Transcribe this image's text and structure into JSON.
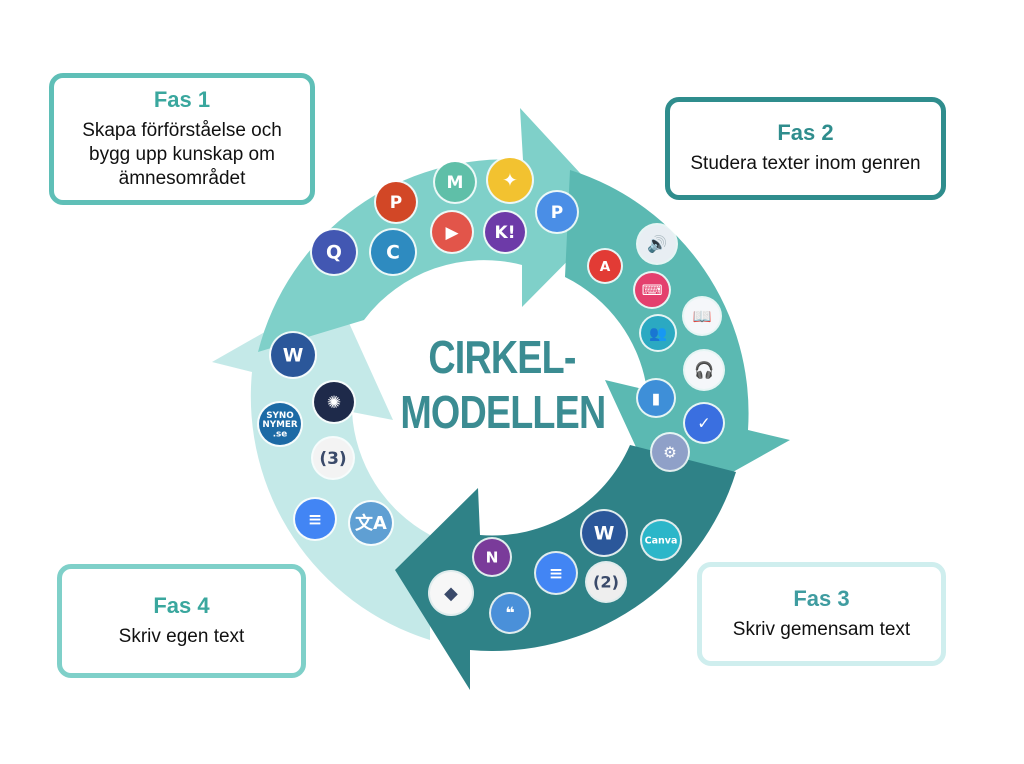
{
  "phases": [
    {
      "title": "Fas 1",
      "text": "Skapa förförståelse och\nbygg upp kunskap om\nämnesområdet"
    },
    {
      "title": "Fas 2",
      "text": "Studera texter inom genren"
    },
    {
      "title": "Fas 3",
      "text": "Skriv gemensam text"
    },
    {
      "title": "Fas 4",
      "text": "Skriv egen text"
    }
  ],
  "center": {
    "line1": "CIRKEL-",
    "line2": "MODELLEN"
  },
  "colors": {
    "arrow_phase1": "#7fd0c9",
    "arrow_phase2": "#5bb9b2",
    "arrow_phase3": "#2f8287",
    "arrow_phase4": "#c4e9e8",
    "center_text": "#3b8c92"
  },
  "app_icons": {
    "phase1": [
      {
        "name": "quizlet-icon",
        "letter": "Q",
        "color": "#4257b2"
      },
      {
        "name": "powerpoint-icon",
        "letter": "P",
        "color": "#d24726"
      },
      {
        "name": "ctrlc-icon",
        "letter": "C",
        "color": "#2e8bc0"
      },
      {
        "name": "mindmeister-icon",
        "letter": "M",
        "color": "#5fbfa8"
      },
      {
        "name": "play-video-icon",
        "letter": "▶",
        "color": "#e2554a"
      },
      {
        "name": "puzzle-icon",
        "letter": "✦",
        "color": "#f2c230"
      },
      {
        "name": "kahoot-icon",
        "letter": "K!",
        "color": "#6d3aa8"
      },
      {
        "name": "padlet-icon",
        "letter": "P",
        "color": "#4a8ee6"
      }
    ],
    "phase2": [
      {
        "name": "speaker-icon",
        "letter": "🔊",
        "color": "#e8eef3"
      },
      {
        "name": "acrobat-icon",
        "letter": "A",
        "color": "#e23b35"
      },
      {
        "name": "keyboard-icon",
        "letter": "⌨",
        "color": "#e4406e"
      },
      {
        "name": "read-aloud-book-icon",
        "letter": "📖",
        "color": "#f5f7fa"
      },
      {
        "name": "sharing-people-icon",
        "letter": "👥",
        "color": "#2ba9c2"
      },
      {
        "name": "audiobook-icon",
        "letter": "🎧",
        "color": "#f5f7fa"
      },
      {
        "name": "chart-icon",
        "letter": "▮",
        "color": "#3e8fd8"
      },
      {
        "name": "checkbox-icon",
        "letter": "✓",
        "color": "#3a6fe0"
      },
      {
        "name": "gear-cluster-icon",
        "letter": "⚙",
        "color": "#8fa0c8"
      }
    ],
    "phase3": [
      {
        "name": "word-icon",
        "letter": "W",
        "color": "#2b579a"
      },
      {
        "name": "canva-icon",
        "letter": "Canva",
        "color": "#2bb6c9"
      },
      {
        "name": "onenote-icon",
        "letter": "N",
        "color": "#7a3b9a"
      },
      {
        "name": "google-docs-icon",
        "letter": "≡",
        "color": "#4285f4"
      },
      {
        "name": "spelling-speaker-icon",
        "letter": "(2)",
        "color": "#eeeeee"
      },
      {
        "name": "origami-bird-icon",
        "letter": "◆",
        "color": "#f7f7f7"
      },
      {
        "name": "quote-notes-icon",
        "letter": "❝",
        "color": "#4a90d9"
      }
    ],
    "phase4": [
      {
        "name": "word-icon",
        "letter": "W",
        "color": "#2b579a"
      },
      {
        "name": "academy-seal-icon",
        "letter": "✺",
        "color": "#1e2a4a"
      },
      {
        "name": "synonymer-icon",
        "letter": "SYNO\nNYMER\n.se",
        "color": "#1c6aa5"
      },
      {
        "name": "spelling-speaker-icon",
        "letter": "(3)",
        "color": "#f3f3f3"
      },
      {
        "name": "google-docs-icon",
        "letter": "≡",
        "color": "#4285f4"
      },
      {
        "name": "translate-icon",
        "letter": "文A",
        "color": "#5f9fd3"
      }
    ]
  }
}
